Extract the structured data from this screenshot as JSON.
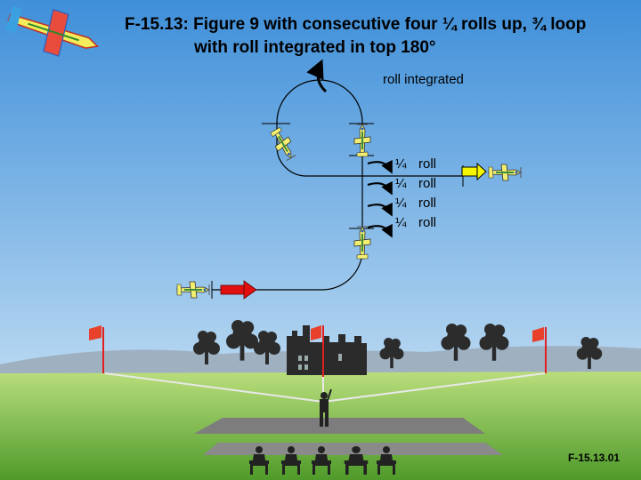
{
  "header": {
    "title_line1": "F-15.13: Figure 9 with consecutive four ¼ rolls up, ¾ loop",
    "title_line2": "with roll integrated in top 180°"
  },
  "annotations": {
    "roll_integrated": "roll integrated",
    "quarter_rolls": [
      {
        "fraction": "¼",
        "word": "roll"
      },
      {
        "fraction": "¼",
        "word": "roll"
      },
      {
        "fraction": "¼",
        "word": "roll"
      },
      {
        "fraction": "¼",
        "word": "roll"
      }
    ]
  },
  "footer": {
    "figure_id": "F-15.13.01"
  },
  "colors": {
    "sky_top": "#3f8fd9",
    "sky_bottom": "#d9ecf8",
    "grass_light": "#b9de7c",
    "grass_dark": "#4f9a2a",
    "entry_arrow": "#e01010",
    "exit_arrow": "#f5f500",
    "flag": "#e8402a",
    "aircraft_body": "#f2ee70"
  },
  "icons": {
    "logo": "aerobatic-plane-logo-icon",
    "aircraft": "model-aircraft-icon",
    "flag": "judge-line-flag-icon",
    "tree": "tree-silhouette-icon",
    "castle": "castle-silhouette-icon",
    "pilot": "pilot-figure-icon",
    "judge": "seated-judge-icon"
  }
}
